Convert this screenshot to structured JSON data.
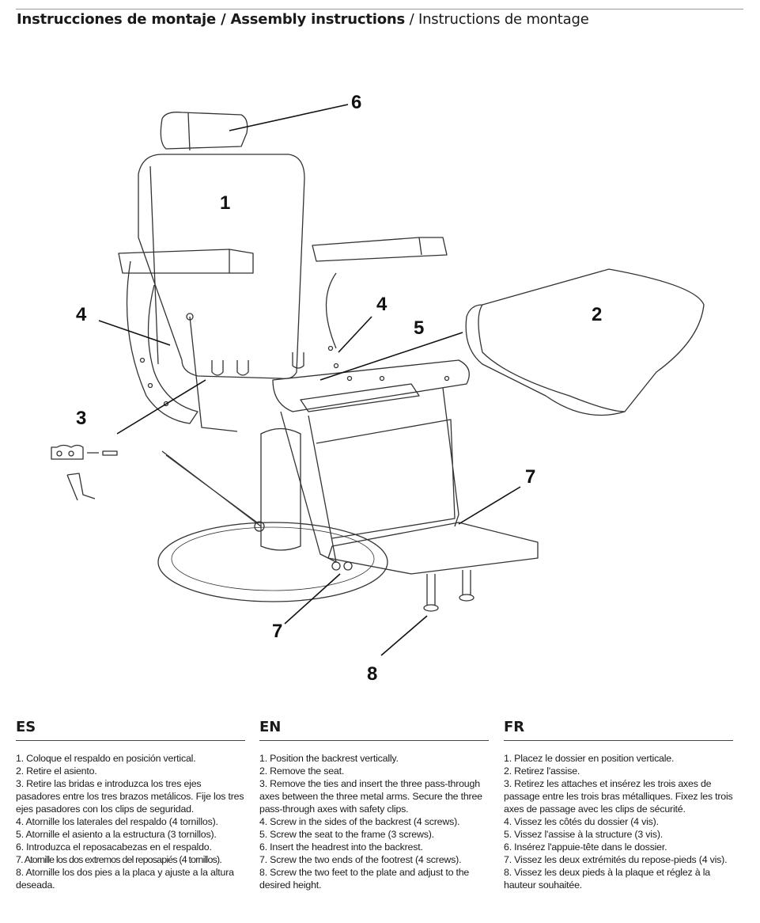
{
  "header": {
    "title_es": "Instrucciones de montaje",
    "sep1": " / ",
    "title_en": "Assembly instructions",
    "sep2": " / ",
    "title_fr": "Instructions de montage"
  },
  "figure": {
    "callouts": [
      "6",
      "1",
      "4",
      "4",
      "5",
      "2",
      "3",
      "7",
      "7",
      "8"
    ]
  },
  "columns": [
    {
      "lang": "ES",
      "items": [
        "1. Coloque el respaldo en posición vertical.",
        "2. Retire el asiento.",
        "3. Retire las bridas e introduzca los tres ejes pasadores entre los tres brazos metálicos. Fije los tres ejes pasadores con los clips de seguridad.",
        "4. Atornille los laterales del respaldo (4 tornillos).",
        "5. Atornille el asiento a la estructura (3 tornillos).",
        "6. Introduzca el reposacabezas en el respaldo.",
        "7. Atornille los dos extremos del reposapiés (4 tornillos).",
        "8. Atornille los dos pies a la placa y ajuste a la altura deseada."
      ]
    },
    {
      "lang": "EN",
      "items": [
        "1. Position the backrest vertically.",
        "2. Remove the seat.",
        "3. Remove the ties and insert the three pass-through axes between the three metal arms. Secure the three pass-through axes with safety clips.",
        "4. Screw in the sides of the backrest (4 screws).",
        "5. Screw the seat to the frame (3 screws).",
        "6. Insert the headrest into the backrest.",
        "7. Screw the two ends of the footrest (4 screws).",
        "8. Screw the two feet to the plate and adjust to the desired height."
      ]
    },
    {
      "lang": "FR",
      "items": [
        "1. Placez le dossier en position verticale.",
        "2. Retirez l'assise.",
        "3. Retirez les attaches et insérez les trois axes de passage entre les trois bras métalliques. Fixez les trois axes de passage avec les clips de sécurité.",
        "4. Vissez les côtés du dossier (4 vis).",
        "5. Vissez l'assise à la structure (3 vis).",
        "6. Insérez l'appuie-tête dans le dossier.",
        "7. Vissez les deux extrémités du repose-pieds (4 vis).",
        "8. Vissez les deux pieds à la plaque et réglez à la hauteur souhaitée."
      ]
    }
  ]
}
